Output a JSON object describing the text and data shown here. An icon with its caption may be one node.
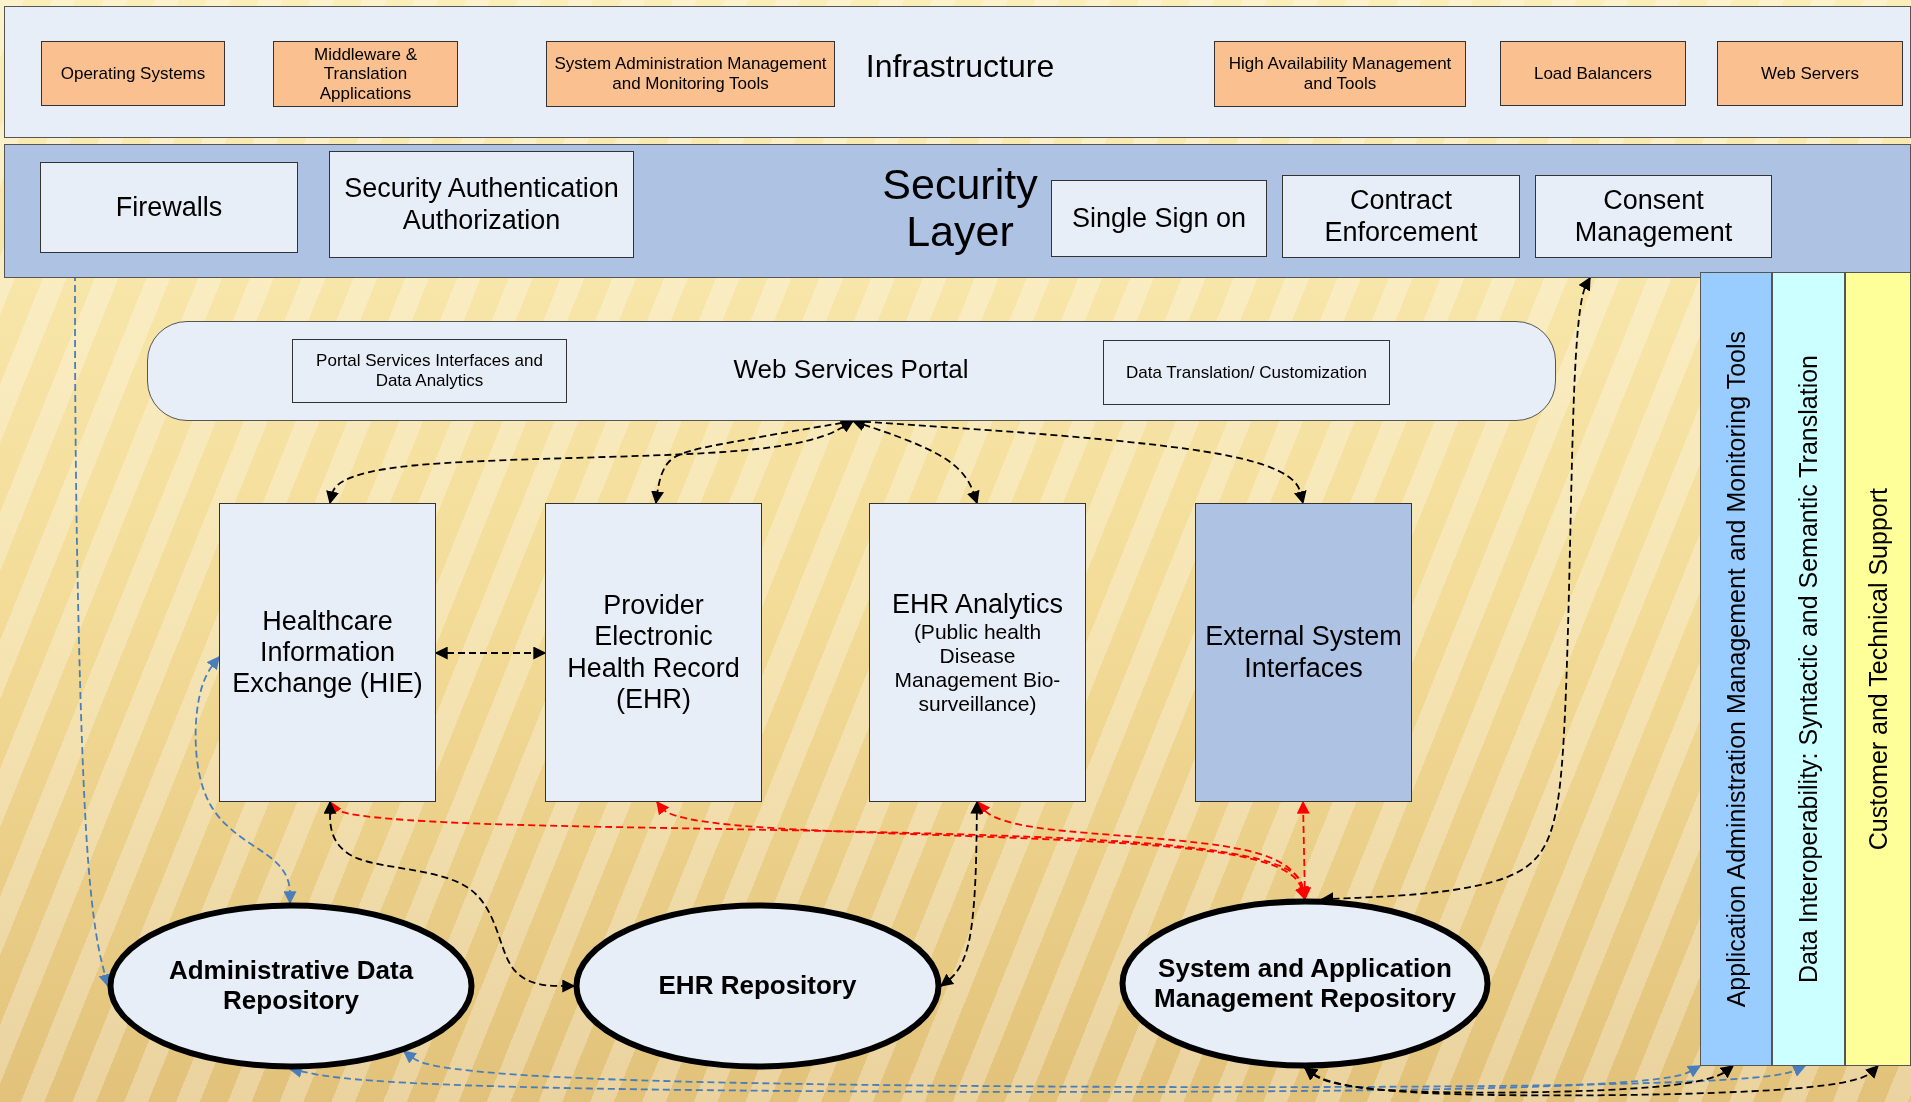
{
  "diagram": {
    "nodes": [
      {
        "text": [
          "Infrastructure"
        ]
      },
      {
        "text": [
          "Operating Systems"
        ],
        "in": 0
      },
      {
        "text": [
          "Middleware & Translation Applications"
        ],
        "in": 0
      },
      {
        "text": [
          "System Administration Management and Monitoring Tools"
        ],
        "in": 0
      },
      {
        "text": [
          "High Availability Management and Tools"
        ],
        "in": 0
      },
      {
        "text": [
          "Load Balancers"
        ],
        "in": 0
      },
      {
        "text": [
          "Web Servers"
        ],
        "in": 0
      },
      {
        "text": [
          "Security Layer"
        ]
      },
      {
        "text": [
          "Firewalls"
        ],
        "in": 7
      },
      {
        "text": [
          "Security Authentication Authorization"
        ],
        "in": 7
      },
      {
        "text": [
          "Single Sign on"
        ],
        "in": 7
      },
      {
        "text": [
          "Contract Enforcement"
        ],
        "in": 7
      },
      {
        "text": [
          "Consent Management"
        ],
        "in": 7
      },
      {
        "text": [
          "Web Services Portal"
        ]
      },
      {
        "text": [
          "Portal Services Interfaces and Data Analytics"
        ],
        "in": 13
      },
      {
        "text": [
          "Data Translation/ Customization"
        ],
        "in": 13
      },
      {
        "text": [
          "Healthcare Information Exchange (HIE)"
        ]
      },
      {
        "text": [
          "Provider Electronic Health Record (EHR)"
        ]
      },
      {
        "text": [
          "EHR Analytics",
          "(Public health Disease Management Bio-surveillance)"
        ]
      },
      {
        "text": [
          "External System Interfaces"
        ]
      },
      {
        "text": [
          "Administrative Data Repository"
        ]
      },
      {
        "text": [
          "EHR Repository"
        ]
      },
      {
        "text": [
          "System and Application Management Repository"
        ]
      },
      {
        "text": [
          "Application Administration Management and Monitoring Tools"
        ]
      },
      {
        "text": [
          "Data Interoperability: Syntactic and Semantic Translation"
        ]
      },
      {
        "text": [
          "Customer and Technical Support"
        ]
      }
    ],
    "edges": [
      {
        "from": 13,
        "to": 16,
        "arrow": "both",
        "style": "dashed"
      },
      {
        "from": 13,
        "to": 17,
        "arrow": "both",
        "style": "dashed"
      },
      {
        "from": 13,
        "to": 18,
        "arrow": "both",
        "style": "dashed"
      },
      {
        "from": 13,
        "to": 19,
        "arrow": "both",
        "style": "dashed"
      },
      {
        "from": 16,
        "to": 17,
        "arrow": "both",
        "style": "dashed"
      },
      {
        "from": 22,
        "to": 16,
        "arrow": "both",
        "style": "dashed",
        "color": "#ff0000"
      },
      {
        "from": 22,
        "to": 17,
        "arrow": "both",
        "style": "dashed",
        "color": "#ff0000"
      },
      {
        "from": 22,
        "to": 18,
        "arrow": "both",
        "style": "dashed",
        "color": "#ff0000"
      },
      {
        "from": 22,
        "to": 19,
        "arrow": "both",
        "style": "dashed",
        "color": "#ff0000"
      },
      {
        "from": 16,
        "to": 21,
        "arrow": "both",
        "style": "dashed"
      },
      {
        "from": 18,
        "to": 21,
        "arrow": "both",
        "style": "dashed"
      },
      {
        "from": 22,
        "to": 7,
        "arrow": "both",
        "style": "dashed"
      },
      {
        "from": 8,
        "to": 20,
        "arrow": "both",
        "style": "dashed",
        "color": "#4a7ebb"
      },
      {
        "from": 16,
        "to": 20,
        "arrow": "both",
        "style": "dashed",
        "color": "#4a7ebb"
      },
      {
        "from": 20,
        "to": 23,
        "arrow": "both",
        "style": "dashed",
        "color": "#4a7ebb"
      },
      {
        "from": 20,
        "to": 24,
        "arrow": "both",
        "style": "dashed",
        "color": "#4a7ebb"
      },
      {
        "from": 22,
        "to": 23,
        "arrow": "both",
        "style": "dashed"
      },
      {
        "from": 22,
        "to": 25,
        "arrow": "both",
        "style": "dashed"
      }
    ]
  }
}
